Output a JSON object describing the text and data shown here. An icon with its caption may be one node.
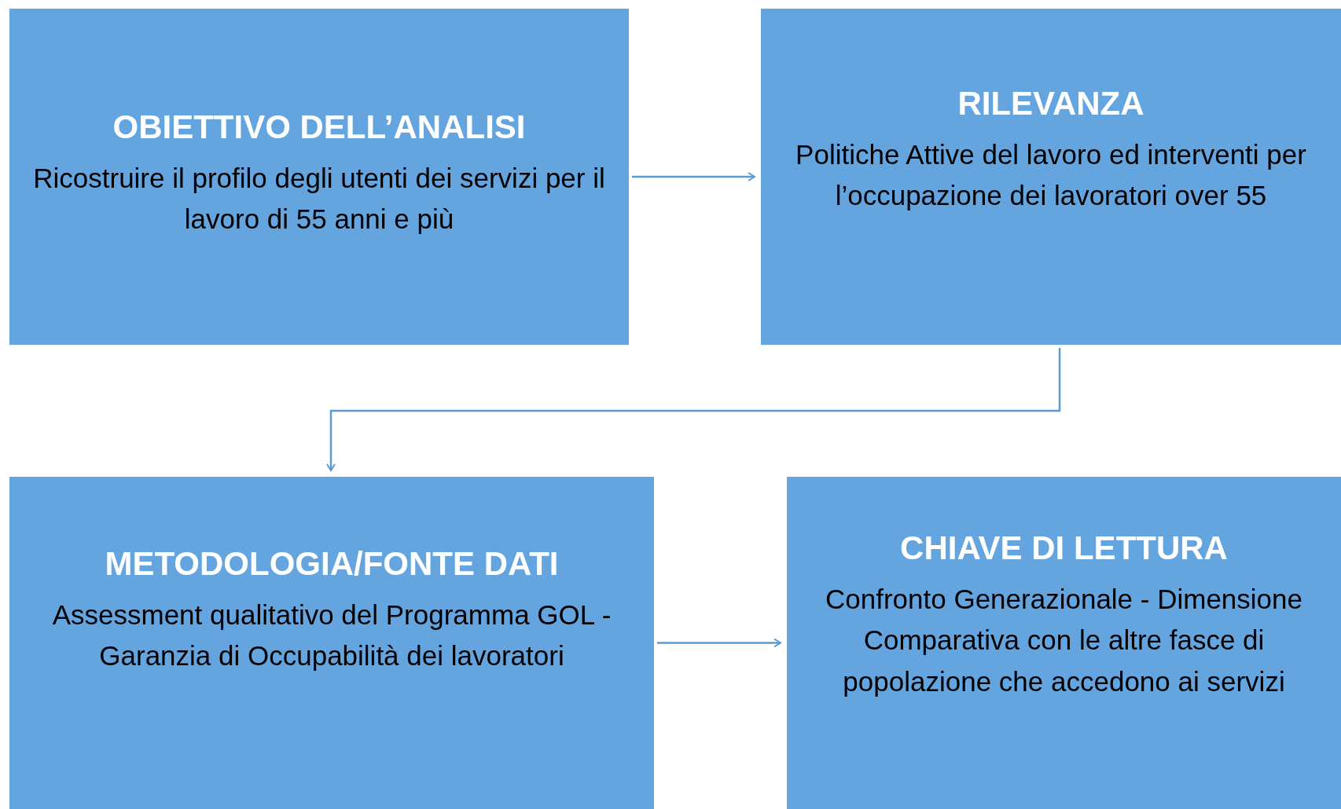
{
  "diagram": {
    "nodes": [
      {
        "text": [
          "OBIETTIVO DELL’ANALISI",
          "Ricostruire il profilo degli utenti dei servizi per il lavoro di 55 anni e più"
        ]
      },
      {
        "text": [
          "RILEVANZA",
          "Politiche Attive del lavoro ed interventi per l’occupazione dei lavoratori over 55"
        ]
      },
      {
        "text": [
          "METODOLOGIA/FONTE DATI",
          "Assessment qualitativo del Programma GOL - Garanzia di Occupabilità dei lavoratori"
        ]
      },
      {
        "text": [
          "CHIAVE DI LETTURA",
          "Confronto Generazionale - Dimensione Comparativa con le altre fasce di popolazione che accedono ai servizi"
        ]
      }
    ],
    "edges": [
      {
        "from": 0,
        "to": 1,
        "arrow": "to"
      },
      {
        "from": 1,
        "to": 2,
        "arrow": "to"
      },
      {
        "from": 2,
        "to": 3,
        "arrow": "to"
      }
    ]
  }
}
